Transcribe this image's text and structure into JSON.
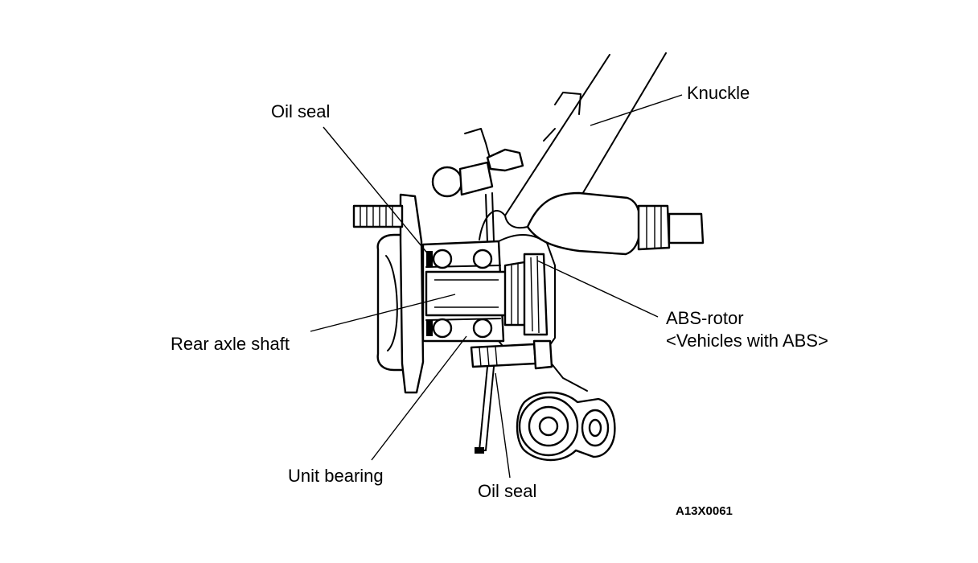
{
  "labels": {
    "oil_seal_top": "Oil seal",
    "knuckle": "Knuckle",
    "rear_axle_shaft": "Rear axle shaft",
    "abs_rotor_line1": "ABS-rotor",
    "abs_rotor_line2": "<Vehicles with ABS>",
    "unit_bearing": "Unit bearing",
    "oil_seal_bottom": "Oil seal"
  },
  "figure_code": "A13X0061"
}
